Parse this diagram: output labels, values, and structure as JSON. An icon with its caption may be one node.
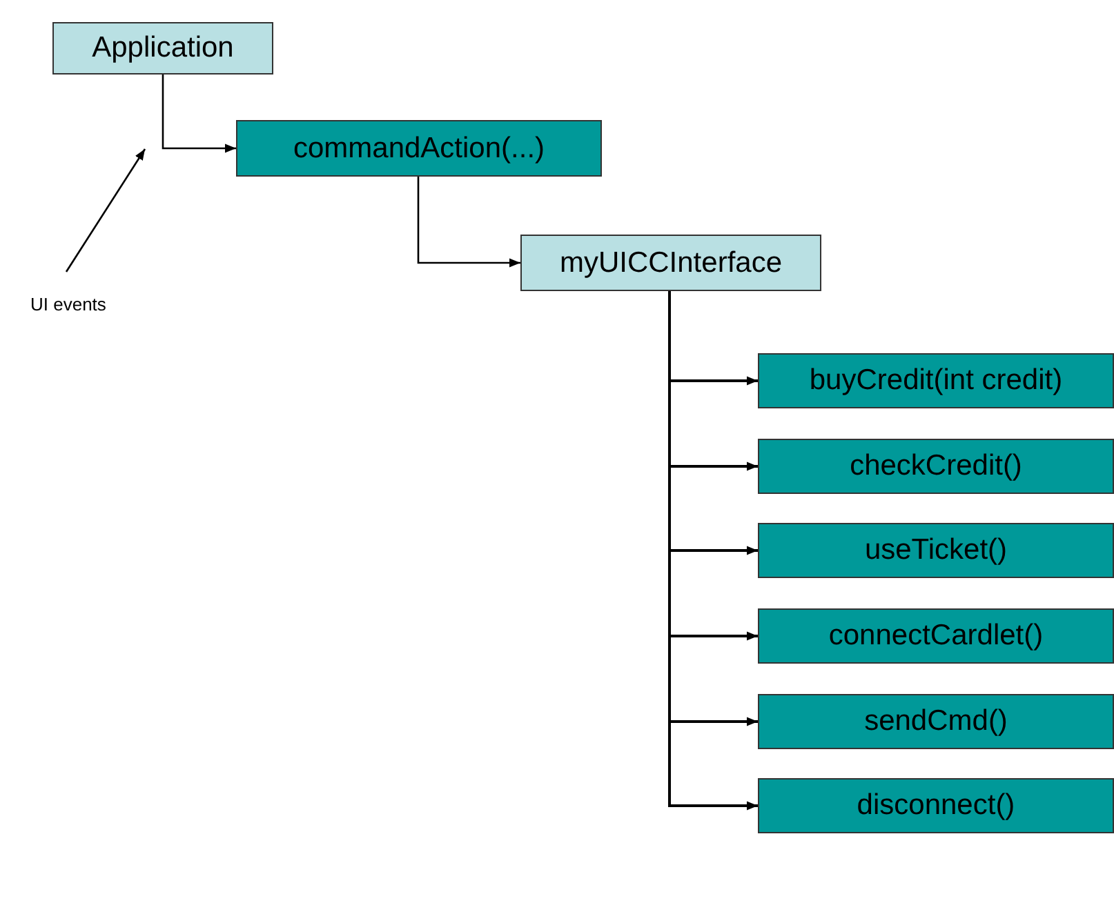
{
  "diagram": {
    "nodes": [
      {
        "text": [
          "Application"
        ]
      },
      {
        "text": [
          "commandAction(...)"
        ]
      },
      {
        "text": [
          "myUICCInterface"
        ]
      },
      {
        "text": [
          "buyCredit(int credit)"
        ]
      },
      {
        "text": [
          "checkCredit()"
        ]
      },
      {
        "text": [
          "useTicket()"
        ]
      },
      {
        "text": [
          "connectCardlet()"
        ]
      },
      {
        "text": [
          "sendCmd()"
        ]
      },
      {
        "text": [
          "disconnect()"
        ]
      },
      {
        "text": [
          "UI events"
        ]
      }
    ],
    "edges": [
      {
        "from": 0,
        "to": 1,
        "arrow": "to"
      },
      {
        "from": 1,
        "to": 2,
        "arrow": "to"
      },
      {
        "from": 2,
        "to": 3,
        "arrow": "to"
      },
      {
        "from": 2,
        "to": 4,
        "arrow": "to"
      },
      {
        "from": 2,
        "to": 5,
        "arrow": "to"
      },
      {
        "from": 2,
        "to": 6,
        "arrow": "to"
      },
      {
        "from": 2,
        "to": 7,
        "arrow": "to"
      },
      {
        "from": 2,
        "to": 8,
        "arrow": "to"
      },
      {
        "from": 9,
        "to": null,
        "arrow": "to"
      }
    ]
  }
}
